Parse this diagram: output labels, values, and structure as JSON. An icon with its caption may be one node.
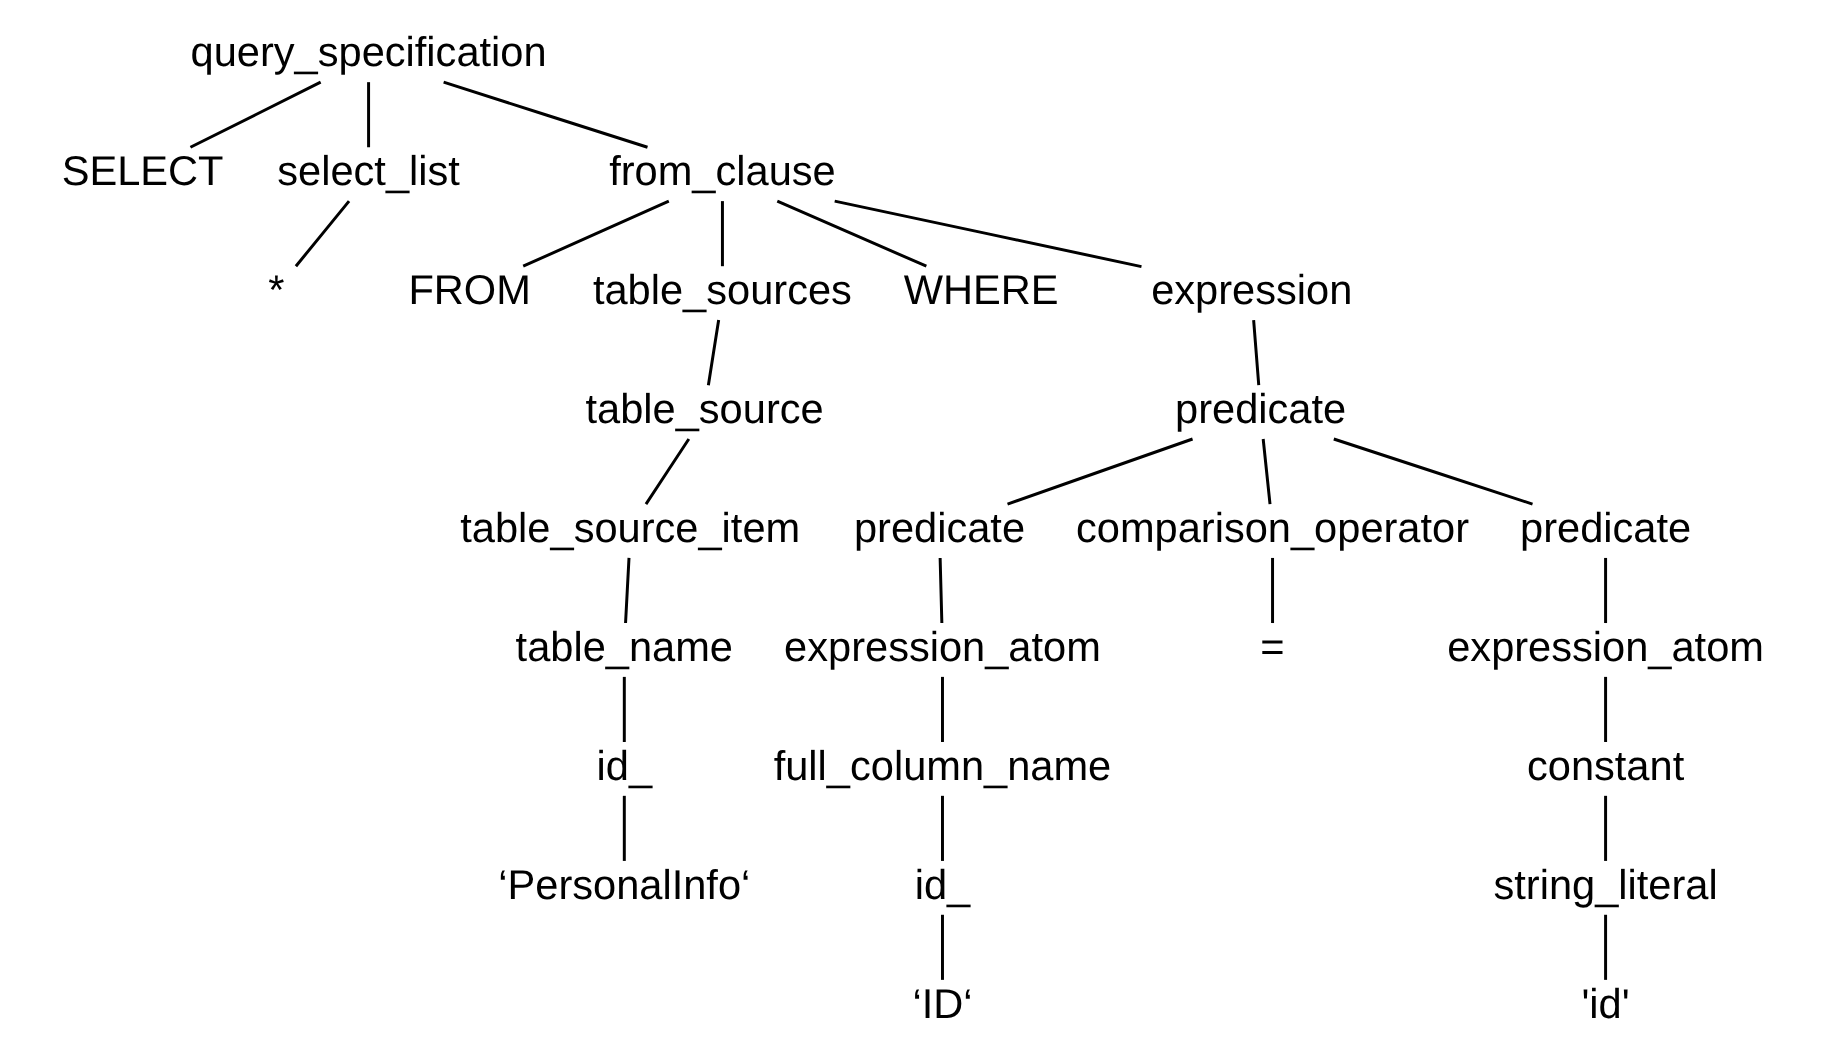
{
  "diagram": {
    "nodes": [
      {
        "text": [
          "query_specification"
        ]
      },
      {
        "text": [
          "SELECT"
        ]
      },
      {
        "text": [
          "select_list"
        ]
      },
      {
        "text": [
          "from_clause"
        ]
      },
      {
        "text": [
          "*"
        ]
      },
      {
        "text": [
          "FROM"
        ]
      },
      {
        "text": [
          "table_sources"
        ]
      },
      {
        "text": [
          "WHERE"
        ]
      },
      {
        "text": [
          "expression"
        ]
      },
      {
        "text": [
          "table_source"
        ]
      },
      {
        "text": [
          "predicate"
        ]
      },
      {
        "text": [
          "table_source_item"
        ]
      },
      {
        "text": [
          "predicate"
        ]
      },
      {
        "text": [
          "comparison_operator"
        ]
      },
      {
        "text": [
          "predicate"
        ]
      },
      {
        "text": [
          "table_name"
        ]
      },
      {
        "text": [
          "expression_atom"
        ]
      },
      {
        "text": [
          "="
        ]
      },
      {
        "text": [
          "expression_atom"
        ]
      },
      {
        "text": [
          "id_"
        ]
      },
      {
        "text": [
          "full_column_name"
        ]
      },
      {
        "text": [
          "constant"
        ]
      },
      {
        "text": [
          "‘PersonalInfo‘"
        ]
      },
      {
        "text": [
          "id_"
        ]
      },
      {
        "text": [
          "string_literal"
        ]
      },
      {
        "text": [
          "‘ID‘"
        ]
      },
      {
        "text": [
          "'id'"
        ]
      }
    ],
    "edges": [
      {
        "from": 0,
        "to": 1,
        "arrow": "none"
      },
      {
        "from": 0,
        "to": 2,
        "arrow": "none"
      },
      {
        "from": 0,
        "to": 3,
        "arrow": "none"
      },
      {
        "from": 2,
        "to": 4,
        "arrow": "none"
      },
      {
        "from": 3,
        "to": 5,
        "arrow": "none"
      },
      {
        "from": 3,
        "to": 6,
        "arrow": "none"
      },
      {
        "from": 3,
        "to": 7,
        "arrow": "none"
      },
      {
        "from": 3,
        "to": 8,
        "arrow": "none"
      },
      {
        "from": 6,
        "to": 9,
        "arrow": "none"
      },
      {
        "from": 8,
        "to": 10,
        "arrow": "none"
      },
      {
        "from": 9,
        "to": 11,
        "arrow": "none"
      },
      {
        "from": 10,
        "to": 12,
        "arrow": "none"
      },
      {
        "from": 10,
        "to": 13,
        "arrow": "none"
      },
      {
        "from": 10,
        "to": 14,
        "arrow": "none"
      },
      {
        "from": 11,
        "to": 15,
        "arrow": "none"
      },
      {
        "from": 12,
        "to": 16,
        "arrow": "none"
      },
      {
        "from": 13,
        "to": 17,
        "arrow": "none"
      },
      {
        "from": 14,
        "to": 18,
        "arrow": "none"
      },
      {
        "from": 15,
        "to": 19,
        "arrow": "none"
      },
      {
        "from": 16,
        "to": 20,
        "arrow": "none"
      },
      {
        "from": 18,
        "to": 21,
        "arrow": "none"
      },
      {
        "from": 19,
        "to": 22,
        "arrow": "none"
      },
      {
        "from": 20,
        "to": 23,
        "arrow": "none"
      },
      {
        "from": 21,
        "to": 24,
        "arrow": "none"
      },
      {
        "from": 23,
        "to": 25,
        "arrow": "none"
      },
      {
        "from": 24,
        "to": 26,
        "arrow": "none"
      }
    ]
  }
}
